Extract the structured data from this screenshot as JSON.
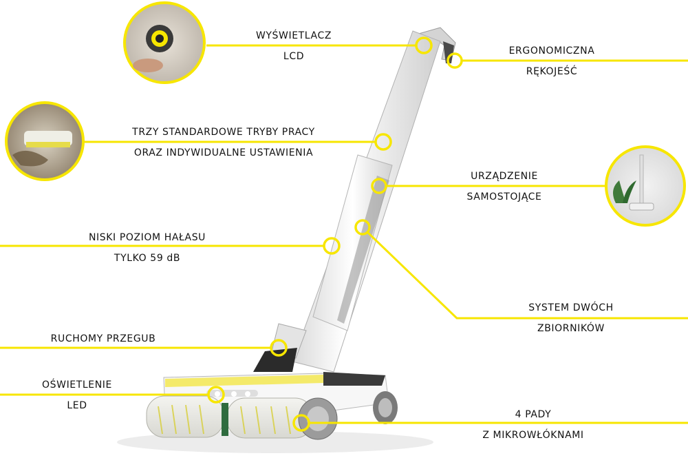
{
  "accent_color": "#f7e600",
  "features": [
    {
      "line1": "WYŚWIETLACZ",
      "line2": "LCD"
    },
    {
      "line1": "ERGONOMICZNA",
      "line2": "RĘKOJEŚĆ"
    },
    {
      "line1": "TRZY STANDARDOWE TRYBY PRACY",
      "line2": "ORAZ INDYWIDUALNE USTAWIENIA"
    },
    {
      "line1": "URZĄDZENIE",
      "line2": "SAMOSTOJĄCE"
    },
    {
      "line1": "NISKI POZIOM HAŁASU",
      "line2": "TYLKO 59 dB"
    },
    {
      "line1": "SYSTEM DWÓCH",
      "line2": "ZBIORNIKÓW"
    },
    {
      "line1": "RUCHOMY PRZEGUB",
      "line2": ""
    },
    {
      "line1": "OŚWIETLENIE",
      "line2": "LED"
    },
    {
      "line1": "4 PADY",
      "line2": "Z MIKROWŁÓKNAMI"
    }
  ],
  "icons": [
    "lcd-display-photo",
    "floor-cleaning-photo",
    "standing-device-photo"
  ]
}
